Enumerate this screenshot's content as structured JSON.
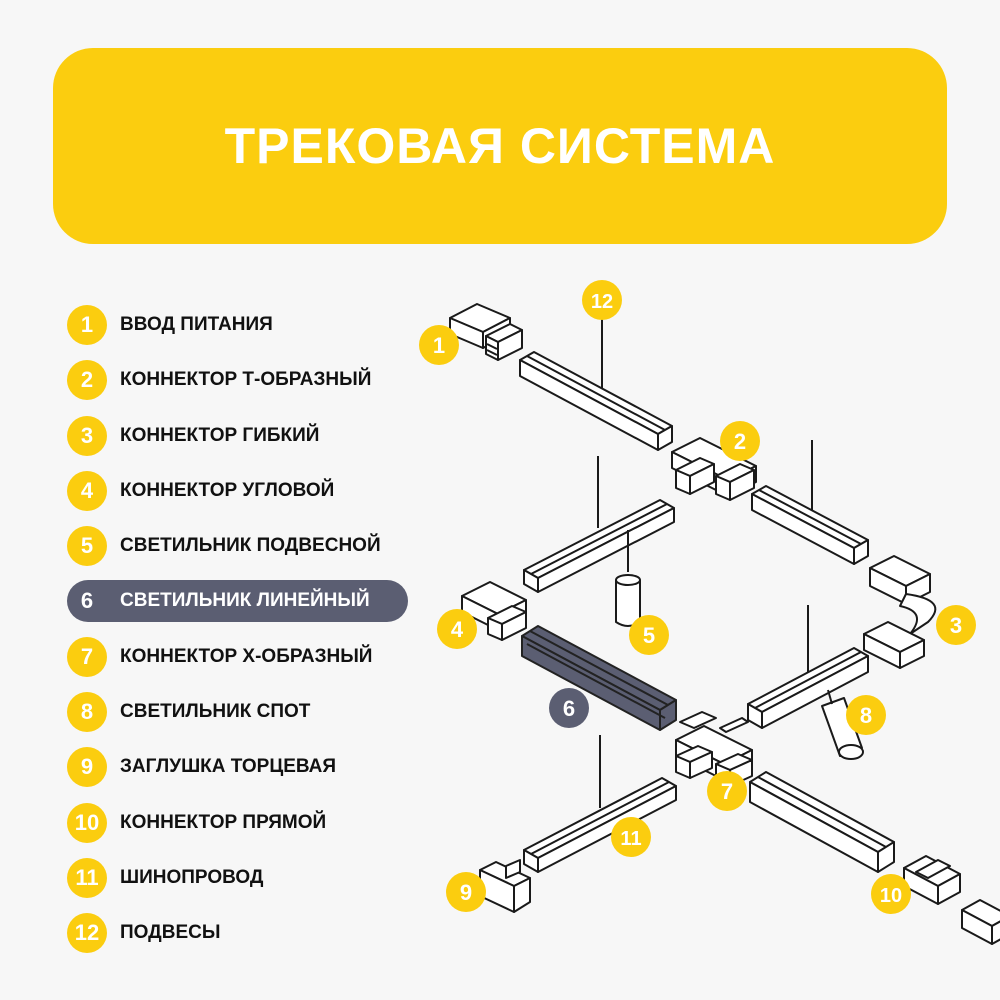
{
  "title": "ТРЕКОВАЯ СИСТЕМА",
  "legend": [
    {
      "num": "1",
      "label": "ВВОД ПИТАНИЯ"
    },
    {
      "num": "2",
      "label": "КОННЕКТОР Т-ОБРАЗНЫЙ"
    },
    {
      "num": "3",
      "label": "КОННЕКТОР ГИБКИЙ"
    },
    {
      "num": "4",
      "label": "КОННЕКТОР УГЛОВОЙ"
    },
    {
      "num": "5",
      "label": "СВЕТИЛЬНИК ПОДВЕСНОЙ"
    },
    {
      "num": "6",
      "label": "СВЕТИЛЬНИК ЛИНЕЙНЫЙ"
    },
    {
      "num": "7",
      "label": "КОННЕКТОР Х-ОБРАЗНЫЙ"
    },
    {
      "num": "8",
      "label": "СВЕТИЛЬНИК СПОТ"
    },
    {
      "num": "9",
      "label": "ЗАГЛУШКА ТОРЦЕВАЯ"
    },
    {
      "num": "10",
      "label": "КОННЕКТОР ПРЯМОЙ"
    },
    {
      "num": "11",
      "label": "ШИНОПРОВОД"
    },
    {
      "num": "12",
      "label": "ПОДВЕСЫ"
    }
  ],
  "active_item": "6",
  "colors": {
    "accent": "#fbcd0f",
    "active": "#5b5e72",
    "background": "#f7f7f7"
  }
}
